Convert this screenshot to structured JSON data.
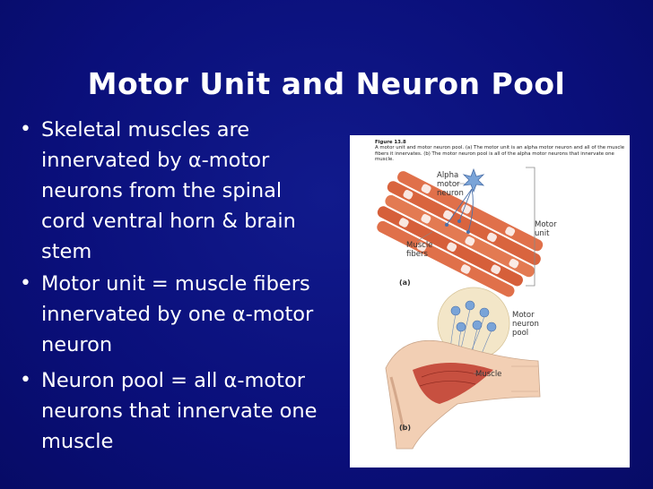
{
  "slide": {
    "title": "Motor Unit and Neuron Pool",
    "bullets": [
      "Skeletal muscles are innervated by α-motor neurons from the spinal cord ventral horn & brain stem",
      "Motor unit = muscle fibers innervated by one α-motor neuron",
      "Neuron pool = all α-motor neurons that innervate one muscle"
    ],
    "bullet_symbol": "•"
  },
  "figure": {
    "caption_number": "Figure 13.8",
    "caption_text": "A motor unit and motor neuron pool. (a) The motor unit is an alpha motor neuron and all of the muscle fibers it innervates. (b) The motor neuron pool is all of the alpha motor neurons that innervate one muscle.",
    "labels": {
      "alpha_motor_neuron": "Alpha motor neuron",
      "motor_unit": "Motor unit",
      "muscle_fibers": "Muscle fibers",
      "panel_a": "(a)",
      "motor_neuron_pool": "Motor neuron pool",
      "muscle": "Muscle",
      "panel_b": "(b)"
    }
  },
  "colors": {
    "background": "#0a0f7a",
    "text": "#ffffff",
    "muscle_fiber": "#e0704a",
    "neuron": "#7aa4d8",
    "pool_circle": "#f3e6c8",
    "arm_skin": "#f2cfb4"
  }
}
